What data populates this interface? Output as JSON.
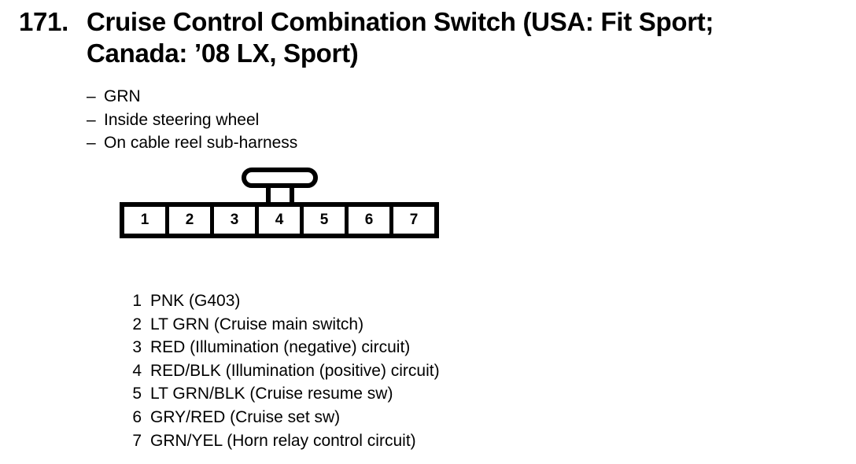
{
  "page": {
    "background_color": "#ffffff",
    "text_color": "#000000"
  },
  "title": {
    "number": "171.",
    "line1": "Cruise Control Combination Switch (USA: Fit Sport;",
    "line2": "Canada: ’08 LX, Sport)"
  },
  "notes": {
    "dash": "–",
    "items": [
      "GRN",
      "Inside steering wheel",
      "On cable reel sub-harness"
    ]
  },
  "connector": {
    "tab_label": "locking-tab",
    "cells": [
      {
        "number": "1"
      },
      {
        "number": "2"
      },
      {
        "number": "3"
      },
      {
        "number": "4"
      },
      {
        "number": "5"
      },
      {
        "number": "6"
      },
      {
        "number": "7"
      }
    ]
  },
  "legend": {
    "rows": [
      {
        "num": "1",
        "desc": "PNK (G403)"
      },
      {
        "num": "2",
        "desc": "LT GRN (Cruise main switch)"
      },
      {
        "num": "3",
        "desc": "RED (Illumination (negative) circuit)"
      },
      {
        "num": "4",
        "desc": "RED/BLK (Illumination (positive) circuit)"
      },
      {
        "num": "5",
        "desc": "LT GRN/BLK (Cruise resume sw)"
      },
      {
        "num": "6",
        "desc": "GRY/RED (Cruise set sw)"
      },
      {
        "num": "7",
        "desc": "GRN/YEL (Horn relay control circuit)"
      }
    ]
  }
}
